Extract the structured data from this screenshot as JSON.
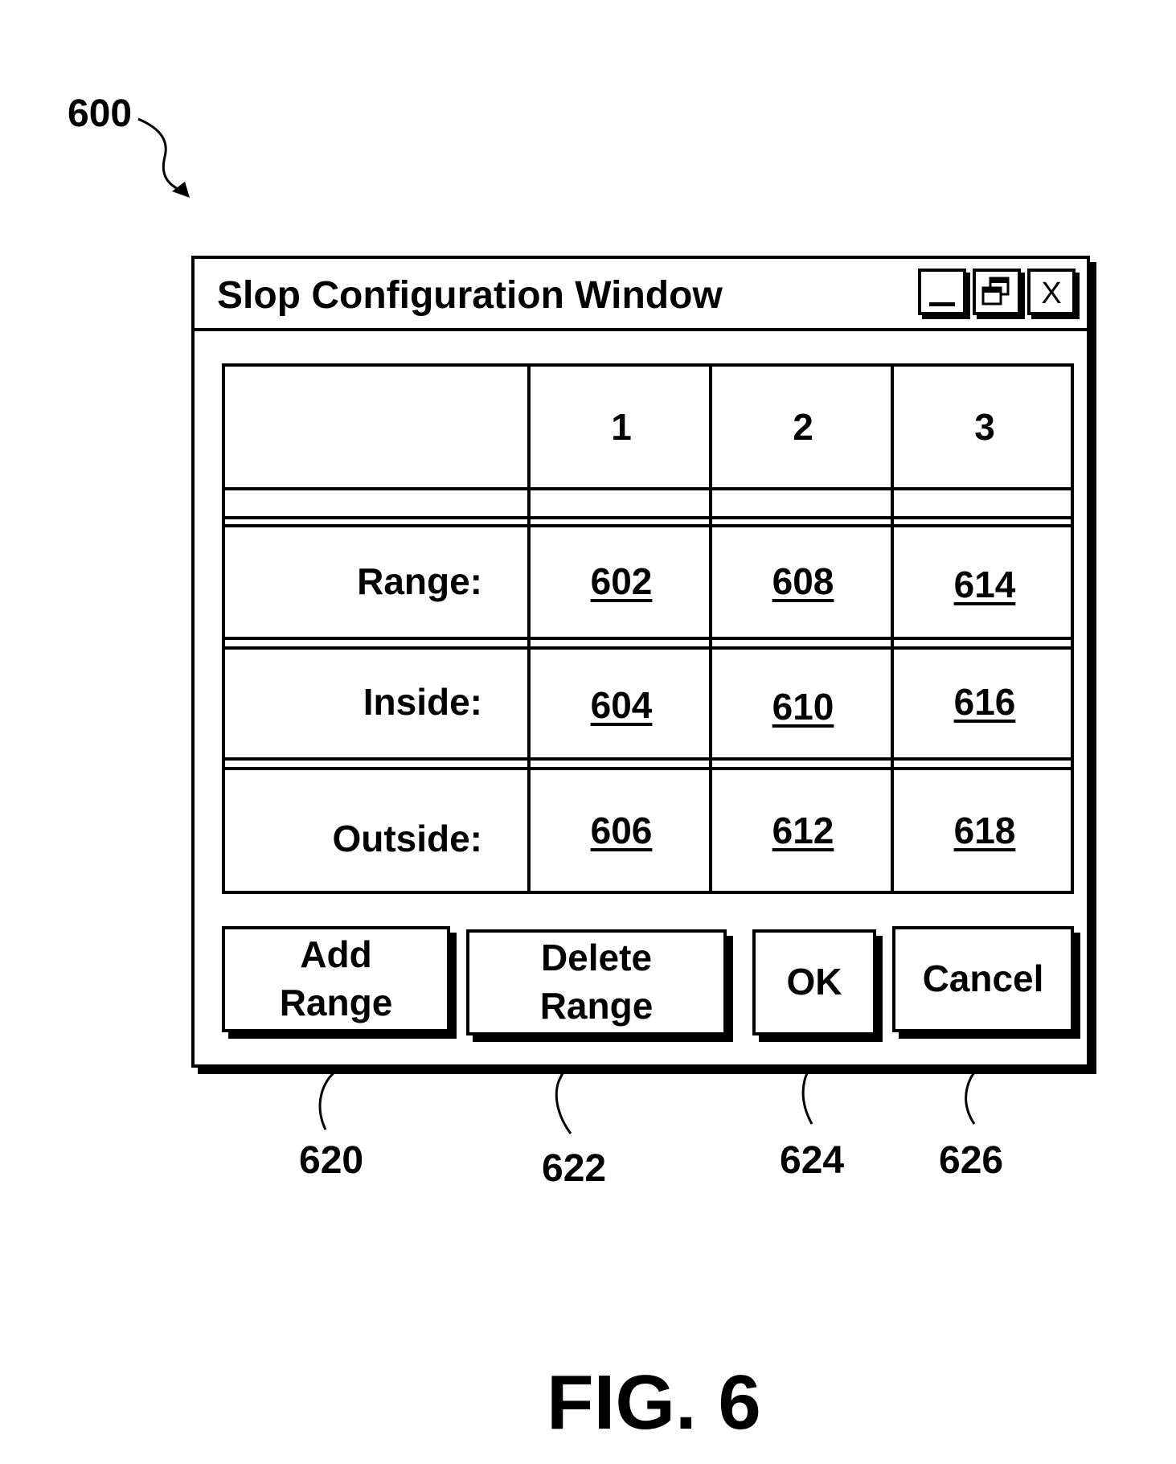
{
  "figure": {
    "ref_main": "600",
    "caption": "FIG. 6"
  },
  "window": {
    "title": "Slop Configuration Window",
    "close_label": "X"
  },
  "table": {
    "columns": [
      "1",
      "2",
      "3"
    ],
    "rows": [
      {
        "label": "Range:",
        "values": [
          "602",
          "608",
          "614"
        ]
      },
      {
        "label": "Inside:",
        "values": [
          "604",
          "610",
          "616"
        ]
      },
      {
        "label": "Outside:",
        "values": [
          "606",
          "612",
          "618"
        ]
      }
    ]
  },
  "buttons": {
    "add_range": "Add Range",
    "delete_range": "Delete Range",
    "ok": "OK",
    "cancel": "Cancel"
  },
  "refs": {
    "add_range": "620",
    "delete_range": "622",
    "ok": "624",
    "cancel": "626"
  }
}
